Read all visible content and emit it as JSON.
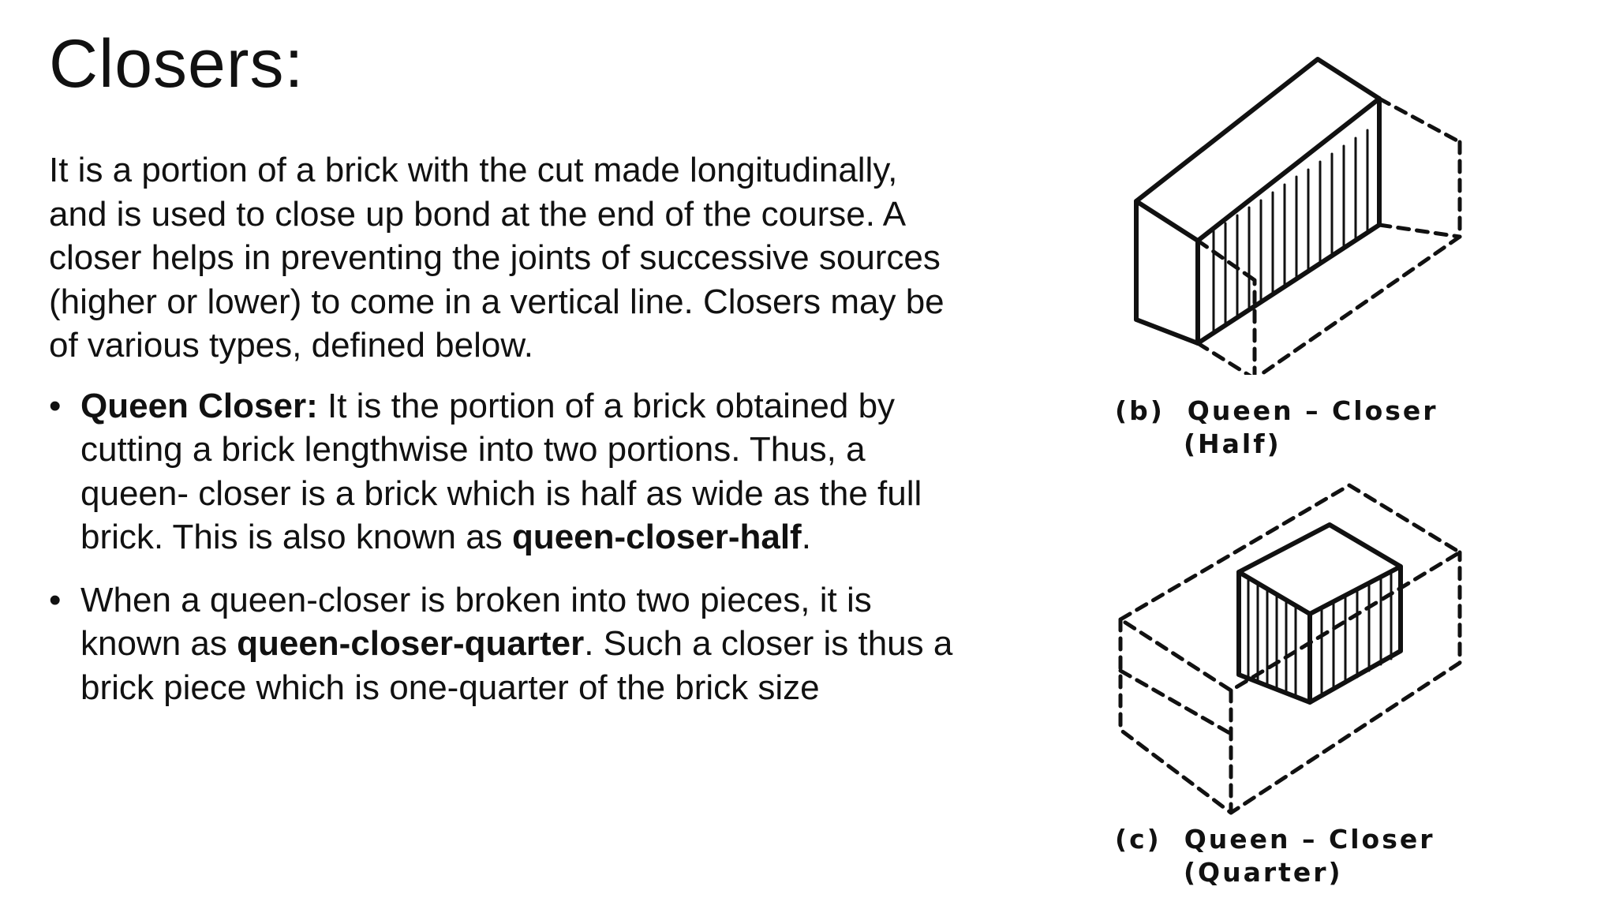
{
  "title": "Closers:",
  "intro": "It is a portion of a brick with the cut made longitudinally, and is used to close up bond at the end of the course. A closer helps in preventing the joints of successive sources (higher or lower) to come in a vertical line. Closers may be of various types, defined below.",
  "bullets": [
    {
      "marker": "•",
      "lead_bold": "Queen Closer:",
      "text1": " It is the portion of a brick obtained by cutting a brick lengthwise into two portions. Thus, a queen- closer is a brick which is half as wide as the full brick. This is also known as ",
      "bold2": "queen-closer-half",
      "text2": "."
    },
    {
      "marker": "•",
      "text1": "When a queen-closer is broken into two pieces, it is known as ",
      "bold1": "queen-closer-quarter",
      "text2": ". Such a closer is thus a brick piece which is one-quarter of the brick size"
    }
  ],
  "figures": {
    "b": {
      "label": "(b)",
      "name": "Queen – Closer",
      "sub": "(Half)"
    },
    "c": {
      "label": "(c)",
      "name": "Queen – Closer",
      "sub": "(Quarter)"
    }
  }
}
